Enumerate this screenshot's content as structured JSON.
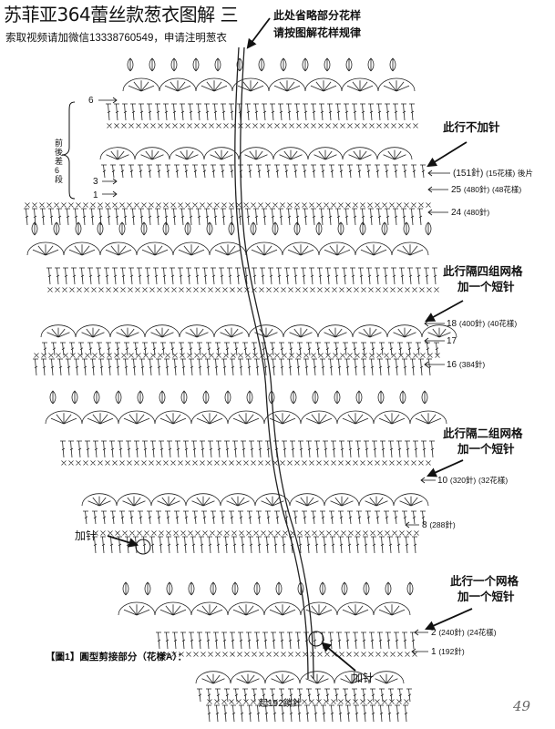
{
  "header": {
    "title": "苏菲亚364蕾丝款葱衣图解 三",
    "subtitle": "索取视频请加微信13338760549，申请注明葱衣"
  },
  "notes": {
    "omitted_pattern_1": "此处省略部分花样",
    "omitted_pattern_2": "请按图解花样规律",
    "no_increase": "此行不加针",
    "every_four_1": "此行隔四组网格",
    "every_four_2": "加一个短针",
    "every_two_1": "此行隔二组网格",
    "every_two_2": "加一个短针",
    "every_one_1": "此行一个网格",
    "every_one_2": "加一个短针",
    "increase_left": "加针",
    "increase_bottom": "加针"
  },
  "left_labels": {
    "row6": "6",
    "row3": "3",
    "row1": "1",
    "bracket_text": "前後差6段"
  },
  "row_labels": [
    {
      "main": "(151針)",
      "extra": "(15花樣)",
      "tail": "後片"
    },
    {
      "main": "25",
      "extra": "(480針)",
      "tail": "(48花樣)"
    },
    {
      "main": "24",
      "extra": "(480針)",
      "tail": ""
    },
    {
      "main": "18",
      "extra": "(400針)",
      "tail": "(40花樣)"
    },
    {
      "main": "17",
      "extra": "",
      "tail": ""
    },
    {
      "main": "16",
      "extra": "(384針)",
      "tail": ""
    },
    {
      "main": "10",
      "extra": "(320針)",
      "tail": "(32花樣)"
    },
    {
      "main": "8",
      "extra": "(288針)",
      "tail": ""
    },
    {
      "main": "2",
      "extra": "(240針)",
      "tail": "(24花樣)"
    },
    {
      "main": "1",
      "extra": "(192針)",
      "tail": ""
    }
  ],
  "caption": "【圖1】圓型剪接部分（花樣A）：",
  "start_label": "起192鎖針",
  "page_number": "49"
}
